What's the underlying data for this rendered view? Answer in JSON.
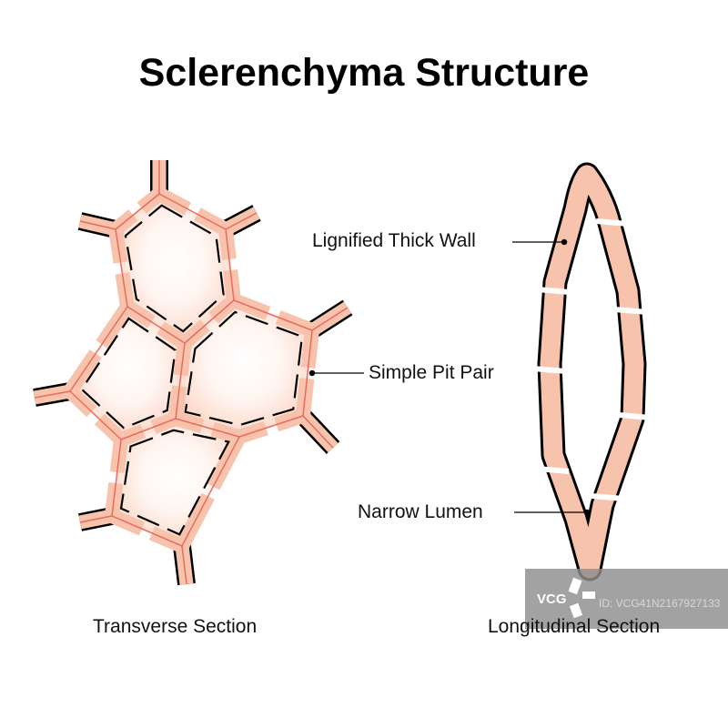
{
  "title": "Sclerenchyma Structure",
  "labels": {
    "lignified_wall": "Lignified Thick Wall",
    "simple_pit_pair": "Simple Pit Pair",
    "narrow_lumen": "Narrow Lumen",
    "transverse": "Transverse Section",
    "longitudinal": "Longitudinal Section"
  },
  "watermark": {
    "logo": "VCG",
    "id": "ID: VCG41N2167927133"
  },
  "colors": {
    "wall": "#f8c3ad",
    "middle_lamella": "#ec6a5c",
    "outline": "#000000",
    "lumen_edge": "#fbd8c8"
  }
}
